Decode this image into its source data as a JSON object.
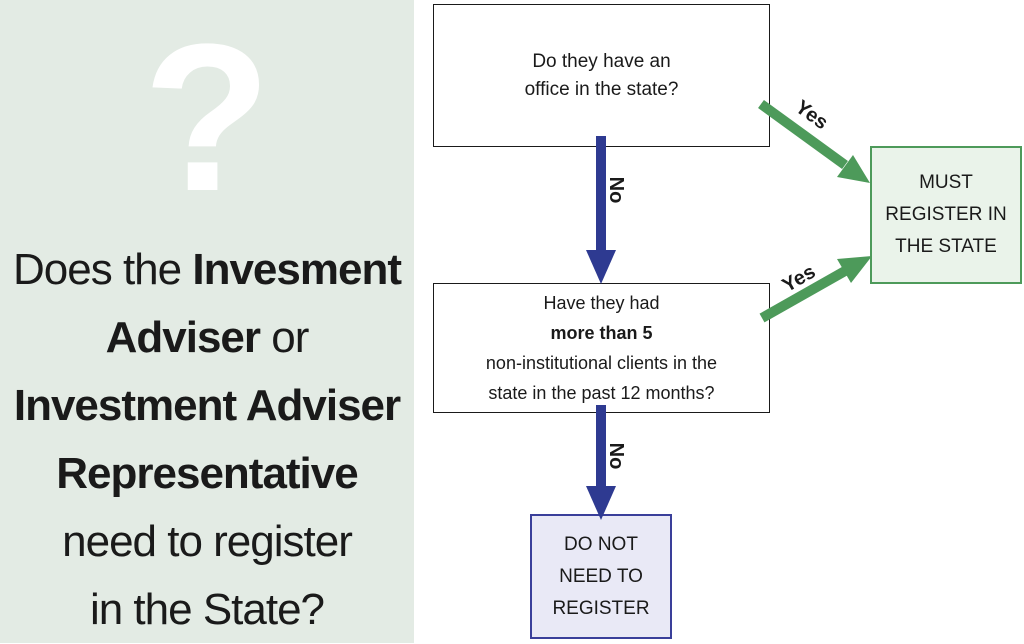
{
  "left_panel": {
    "question_mark": "?",
    "lines": [
      [
        {
          "text": "Does the ",
          "bold": false
        },
        {
          "text": "Invesment",
          "bold": true
        }
      ],
      [
        {
          "text": "Adviser",
          "bold": true
        },
        {
          "text": " or",
          "bold": false
        }
      ],
      [
        {
          "text": "Investment Adviser",
          "bold": true
        }
      ],
      [
        {
          "text": "Representative",
          "bold": true
        }
      ],
      [
        {
          "text": "need to register",
          "bold": false
        }
      ],
      [
        {
          "text": "in the State?",
          "bold": false
        }
      ]
    ]
  },
  "flow": {
    "q1": {
      "lines": [
        "Do they have an",
        "office in the state?"
      ]
    },
    "q2": {
      "lines": [
        [
          {
            "text": "Have they had ",
            "bold": false
          },
          {
            "text": "more than 5",
            "bold": true
          }
        ],
        [
          {
            "text": "non-institutional clients in the",
            "bold": false
          }
        ],
        [
          {
            "text": "state in the past 12 months?",
            "bold": false
          }
        ]
      ]
    },
    "must_register": {
      "lines": [
        "MUST",
        "REGISTER IN",
        "THE STATE"
      ]
    },
    "do_not_register": {
      "lines": [
        "DO NOT",
        "NEED TO",
        "REGISTER"
      ]
    },
    "arrows": {
      "q1_yes": "Yes",
      "q1_no": "No",
      "q2_yes": "Yes",
      "q2_no": "No"
    },
    "colors": {
      "yes_arrow": "#4d9a5a",
      "no_arrow": "#2e3a91",
      "must_border": "#4d9a5a",
      "donot_border": "#3a3f9a",
      "panel_bg": "#e3ebe4"
    }
  }
}
